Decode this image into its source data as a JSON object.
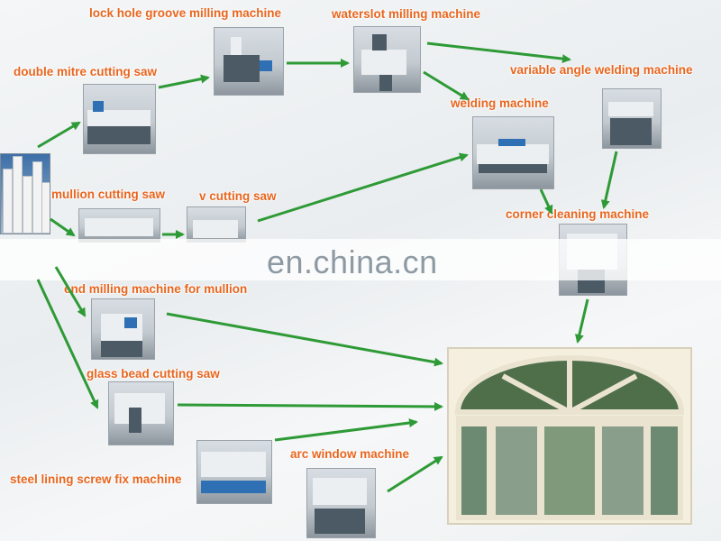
{
  "watermark": "en.china.cn",
  "colors": {
    "label": "#e8651e",
    "arrow": "#2e9a36"
  },
  "machines": {
    "lock_hole": "lock hole groove milling machine",
    "waterslot": "waterslot milling machine",
    "double_mitre": "double mitre cutting saw",
    "variable_angle": "variable angle welding machine",
    "welding": "welding machine",
    "mullion_cutting": "mullion cutting saw",
    "v_cutting": "v cutting saw",
    "corner_cleaning": "corner cleaning machine",
    "end_milling": "end milling machine for mullion",
    "glass_bead": "glass bead cutting saw",
    "arc_window": "arc window machine",
    "steel_lining": "steel lining screw fix machine"
  }
}
